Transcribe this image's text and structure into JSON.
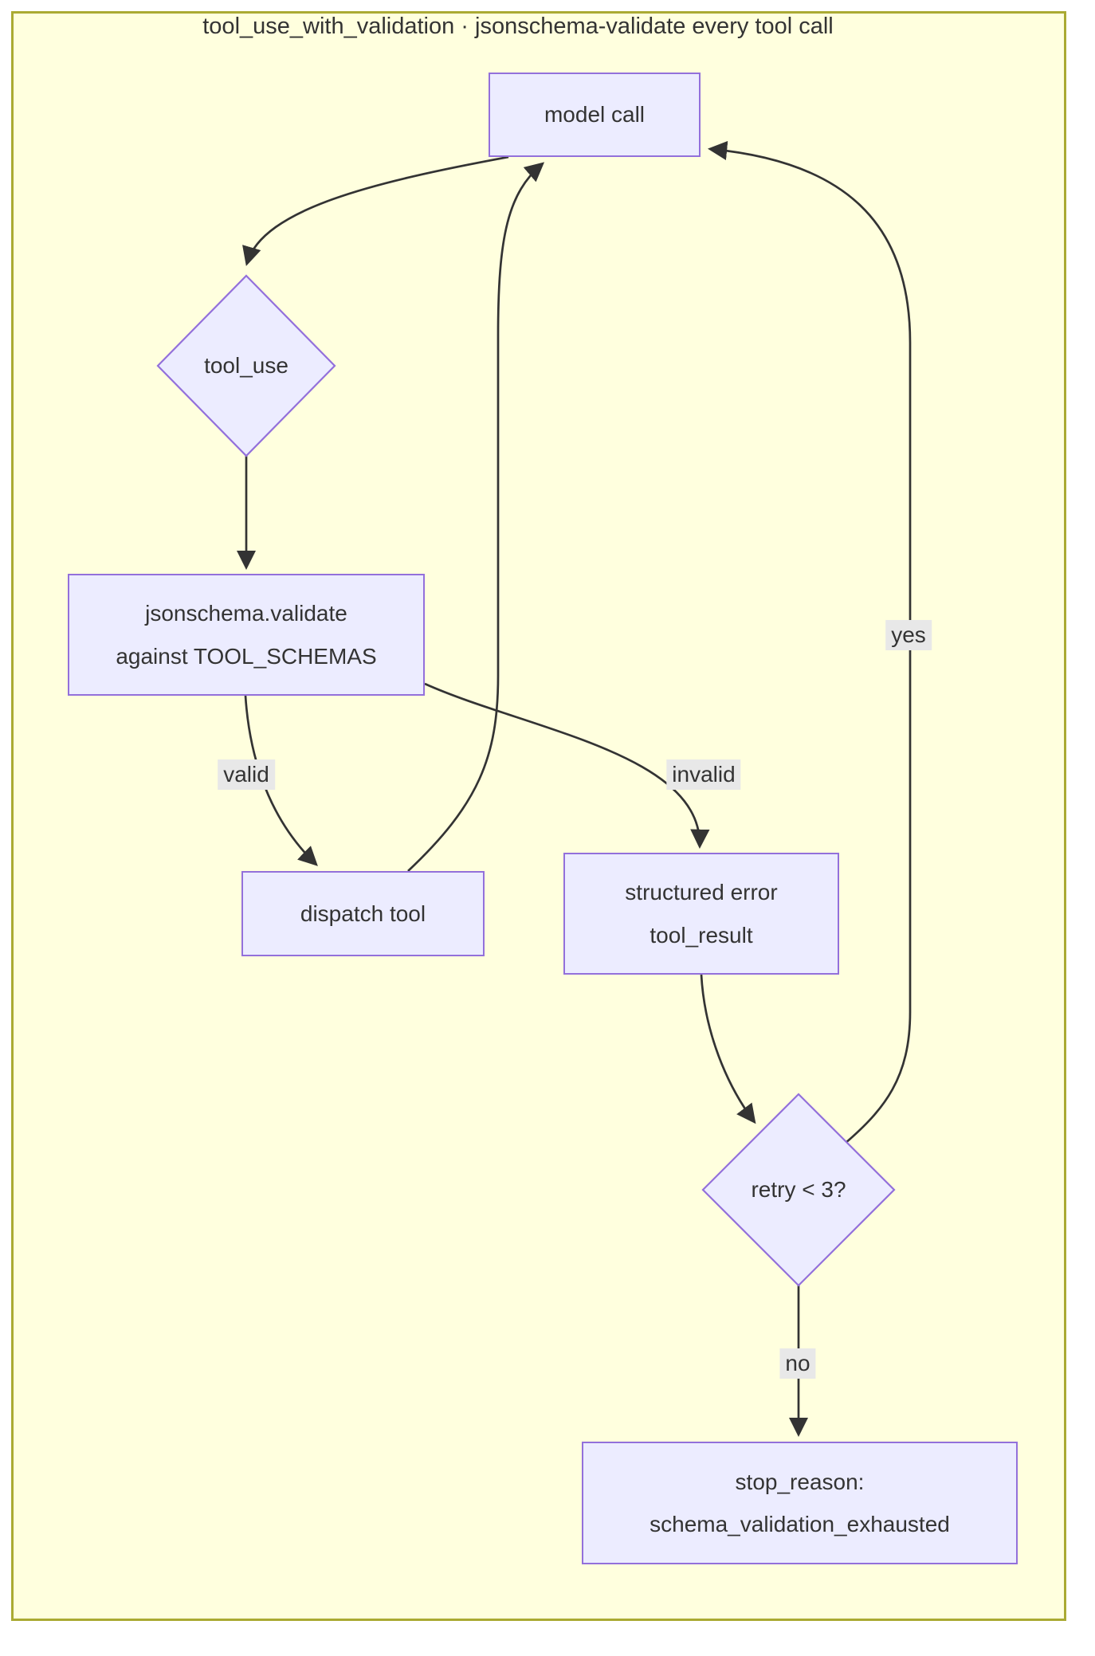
{
  "title": "tool_use_with_validation · jsonschema-validate every tool call",
  "nodes": {
    "model_call": {
      "label": "model call"
    },
    "tool_use": {
      "label": "tool_use"
    },
    "validate": {
      "lines": [
        "jsonschema.validate",
        "against TOOL_SCHEMAS"
      ]
    },
    "dispatch": {
      "label": "dispatch tool"
    },
    "structured_error": {
      "lines": [
        "structured error",
        "tool_result"
      ]
    },
    "retry": {
      "label": "retry < 3?"
    },
    "stop": {
      "lines": [
        "stop_reason:",
        "schema_validation_exhausted"
      ]
    }
  },
  "edge_labels": {
    "valid": "valid",
    "invalid": "invalid",
    "yes": "yes",
    "no": "no"
  },
  "colors": {
    "page_background": "#FFFFFF",
    "diagram_background": "#FFFFDE",
    "frame_border": "#AAAA33",
    "node_fill": "#ECECFF",
    "node_border": "#9370DB",
    "edge_stroke": "#333333",
    "edge_label_background": "#E8E8E8",
    "text": "#333333"
  }
}
